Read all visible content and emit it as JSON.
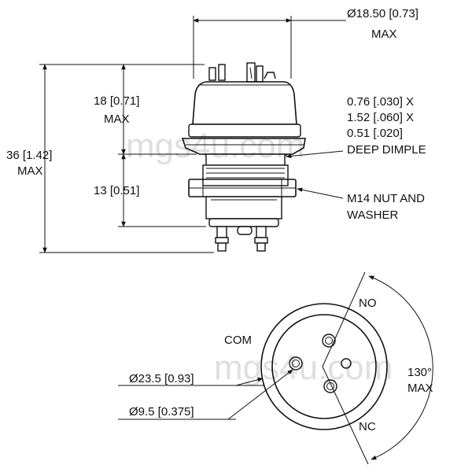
{
  "side_view": {
    "diameter_top": "Ø18.50 [0.73]",
    "diameter_top_max": "MAX",
    "height_upper": "18 [0.71]",
    "height_upper_max": "MAX",
    "height_total": "36 [1.42]",
    "height_total_max": "MAX",
    "height_thread": "13 [0.51]",
    "dimple_line1": "0.76 [.030] X",
    "dimple_line2": "1.52 [.060] X",
    "dimple_line3": "0.51 [.020]",
    "dimple_line4": "DEEP DIMPLE",
    "nut_line1": "M14 NUT AND",
    "nut_line2": "WASHER"
  },
  "bottom_view": {
    "label_no": "NO",
    "label_com": "COM",
    "label_nc": "NC",
    "angle": "130°",
    "angle_max": "MAX",
    "diameter_outer": "Ø23.5 [0.93]",
    "diameter_inner": "Ø9.5 [0.375]"
  },
  "watermark": "mgs4u.com",
  "colors": {
    "line": "#111111",
    "background": "#ffffff"
  }
}
